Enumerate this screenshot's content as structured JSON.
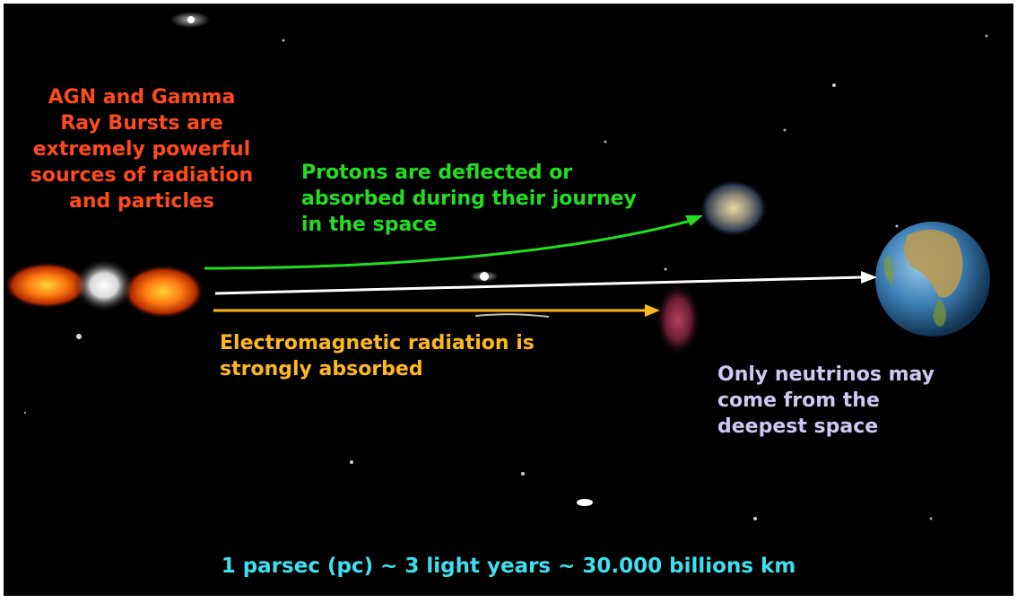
{
  "captions": {
    "agn": "AGN and Gamma\nRay Bursts are\nextremely powerful\nsources of radiation\nand particles",
    "protons": "Protons are deflected or\nabsorbed during their journey\nin the space",
    "electromagnetic": "Electromagnetic radiation is\nstrongly absorbed",
    "neutrinos": "Only neutrinos may\ncome from the\ndeepest space",
    "distance": "1 parsec (pc) ~ 3 light years ~ 30.000 billions km"
  },
  "colors": {
    "background": "#000000",
    "agn_text": "#ff4a1c",
    "proton_path": "#22dd22",
    "em_path": "#ffb81c",
    "neutrino_path": "#ffffff",
    "neutrino_text": "#cdc8f4",
    "distance_text": "#3ee0f0"
  },
  "icons": {
    "source": "agn-source-icon",
    "galaxy": "deflecting-galaxy-icon",
    "dust_cloud": "absorbing-cloud-icon",
    "earth": "earth-icon"
  }
}
